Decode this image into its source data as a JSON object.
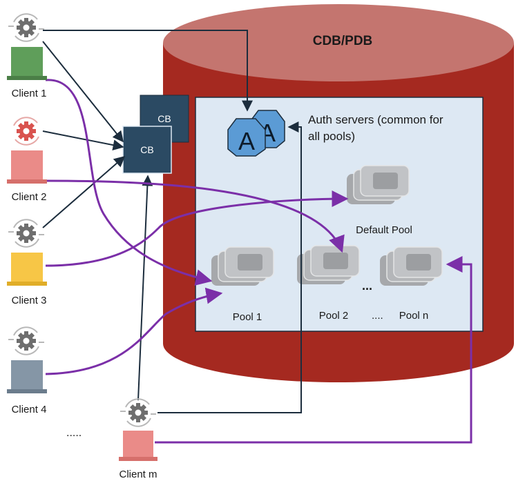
{
  "title": "CDB/PDB",
  "auth_servers": {
    "label_line1": "Auth servers (common for",
    "label_line2": "all pools)",
    "letter": "A"
  },
  "connection_brokers": [
    "CB",
    "CB"
  ],
  "clients": [
    {
      "label": "Client 1",
      "color": "#5f9e5a"
    },
    {
      "label": "Client 2",
      "color": "#ea8b88"
    },
    {
      "label": "Client 3",
      "color": "#f7c646"
    },
    {
      "label": "Client 4",
      "color": "#8596a6"
    },
    {
      "label": "Client m",
      "color": "#ea8b88"
    }
  ],
  "client_ellipsis": ".....",
  "pools": {
    "default": "Default Pool",
    "pool1": "Pool 1",
    "pool2": "Pool 2",
    "pooln": "Pool n",
    "between_dots_top": "...",
    "between_dots_bottom": "...."
  },
  "colors": {
    "cylinder": "#a52920",
    "cylinder_top": "#c4756f",
    "pdb_box": "#dde8f3",
    "cb": "#2b4a63",
    "auth": "#5b9bd5",
    "purple": "#7b2fa8",
    "navy": "#1c2d3d"
  }
}
